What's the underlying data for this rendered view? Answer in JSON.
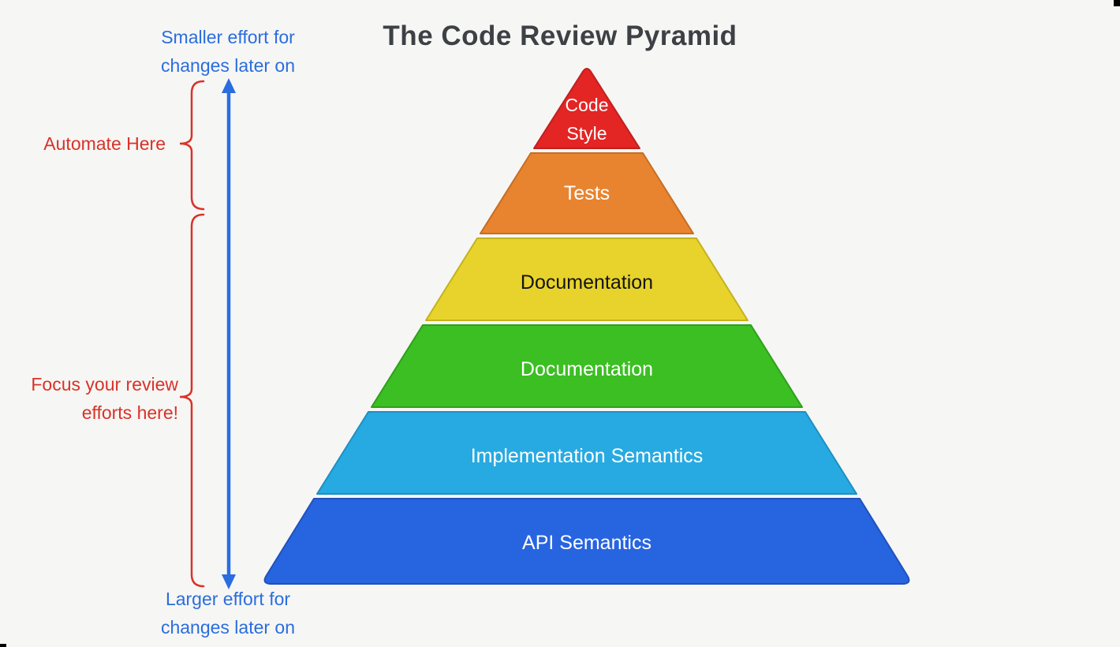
{
  "title": "The Code Review Pyramid",
  "colors": {
    "background": "#f6f6f4",
    "title_text": "#3d4045",
    "blue_annotation": "#2a6de0",
    "red_annotation": "#d93229",
    "corner_mark": "#000000"
  },
  "annotations": {
    "smaller_effort": {
      "lines": [
        "Smaller effort for",
        "changes later on"
      ]
    },
    "automate": {
      "label": "Automate Here"
    },
    "focus": {
      "lines": [
        "Focus your review",
        "efforts here!"
      ]
    },
    "larger_effort": {
      "lines": [
        "Larger effort for",
        "changes later on"
      ]
    }
  },
  "pyramid": {
    "layers": [
      {
        "name": "code-style",
        "lines": [
          "Code",
          "Style"
        ],
        "fill": "#e32524",
        "stroke": "#c11f1f",
        "text_color": "#ffffff"
      },
      {
        "name": "tests",
        "lines": [
          "Tests"
        ],
        "fill": "#e8842f",
        "stroke": "#c76d22",
        "text_color": "#ffffff"
      },
      {
        "name": "documentation-yellow",
        "lines": [
          "Documentation"
        ],
        "fill": "#e7d32b",
        "stroke": "#c4b21f",
        "text_color": "#141414"
      },
      {
        "name": "documentation-green",
        "lines": [
          "Documentation"
        ],
        "fill": "#3bbf23",
        "stroke": "#2fa01a",
        "text_color": "#ffffff"
      },
      {
        "name": "implementation-semantics",
        "lines": [
          "Implementation Semantics"
        ],
        "fill": "#27aae1",
        "stroke": "#1e8fc4",
        "text_color": "#ffffff"
      },
      {
        "name": "api-semantics",
        "lines": [
          "API Semantics"
        ],
        "fill": "#2764e0",
        "stroke": "#1f51bd",
        "text_color": "#ffffff"
      }
    ]
  }
}
